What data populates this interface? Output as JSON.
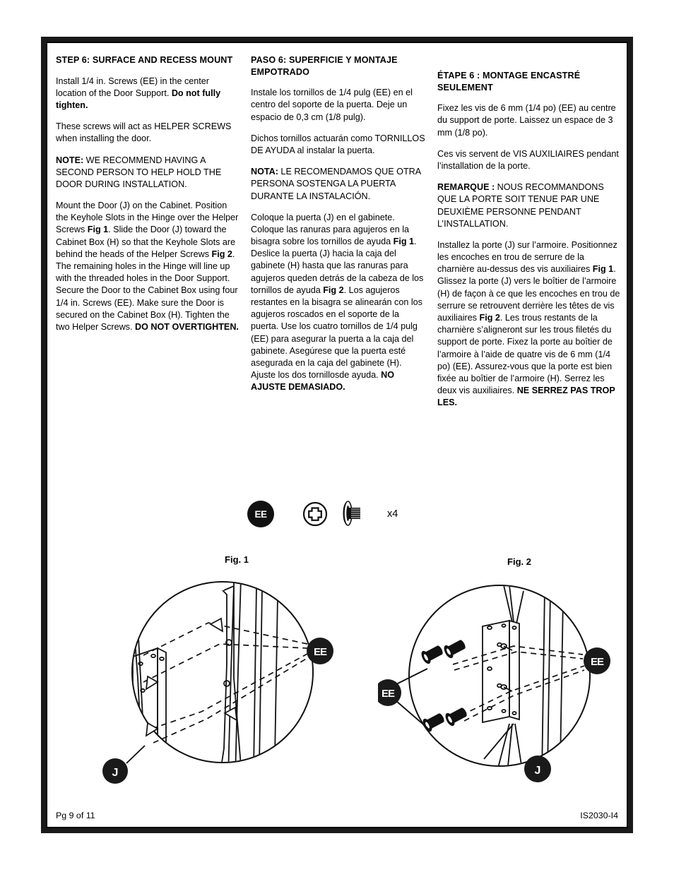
{
  "document": {
    "page_label": "Pg 9 of 11",
    "doc_code": "IS2030-I4"
  },
  "columns": {
    "english": {
      "heading": "STEP 6: SURFACE AND RECESS MOUNT",
      "p1_a": "Install 1/4 in. Screws (EE) in the center location of the Door Support. ",
      "p1_b": "Do not fully tighten.",
      "p2": "These screws will act as HELPER SCREWS when installing the door.",
      "p3_a": "NOTE:",
      "p3_b": " WE RECOMMEND HAVING A SECOND PERSON TO HELP HOLD THE DOOR DURING INSTALLATION.",
      "p4_a": "Mount the Door (J) on the Cabinet. Position the Keyhole Slots in the Hinge over the Helper Screws ",
      "p4_fig1": "Fig 1",
      "p4_b": ". Slide the Door (J) toward the Cabinet Box (H) so that the Keyhole Slots are behind the heads of the Helper Screws ",
      "p4_fig2": "Fig 2",
      "p4_c": ". The remaining holes in the Hinge will line up with the threaded holes in the Door Support. Secure the Door to the Cabinet Box using four 1/4 in. Screws (EE). Make sure the Door is secured on the Cabinet Box (H). Tighten the two Helper Screws. ",
      "p4_d": "DO NOT OVERTIGHTEN."
    },
    "spanish": {
      "heading": "PASO 6: SUPERFICIE Y MONTAJE EMPOTRADO",
      "p1": "Instale los tornillos de 1/4 pulg (EE) en el centro del soporte de la puerta. Deje un espacio de 0,3 cm (1/8 pulg).",
      "p2": "Dichos tornillos actuarán como TORNILLOS DE AYUDA al instalar la puerta.",
      "p3_a": "NOTA:",
      "p3_b": " LE RECOMENDAMOS QUE OTRA PERSONA SOSTENGA LA PUERTA DURANTE LA INSTALACIÓN.",
      "p4_a": "Coloque la puerta (J) en el gabinete. Coloque las ranuras para agujeros en la bisagra sobre los tornillos de ayuda ",
      "p4_fig1": "Fig 1",
      "p4_b": ". Deslice la puerta (J) hacia la caja del gabinete (H) hasta que las ranuras para agujeros queden detrás de la cabeza de los tornillos de ayuda ",
      "p4_fig2": "Fig 2",
      "p4_c": ". Los agujeros restantes en la bisagra se alinearán con los agujeros roscados en el soporte de la puerta. Use los cuatro tornillos de 1/4 pulg (EE) para asegurar la puerta a la caja del gabinete. Asegúrese que la puerta esté asegurada en la caja del gabinete (H). Ajuste los dos tornillosde ayuda. ",
      "p4_d": "NO AJUSTE DEMASIADO."
    },
    "french": {
      "heading": "ÉTAPE 6 : MONTAGE ENCASTRÉ SEULEMENT",
      "p1": "Fixez les vis de 6 mm (1/4 po) (EE) au centre du support de porte. Laissez un espace de 3 mm (1/8 po).",
      "p2": "Ces vis servent de VIS AUXILIAIRES pendant l’installation de la porte.",
      "p3_a": "REMARQUE :",
      "p3_b": " NOUS RECOMMANDONS QUE LA PORTE SOIT TENUE PAR UNE DEUXIÈME PERSONNE PENDANT L’INSTALLATION.",
      "p4_a": "Installez la porte (J) sur l’armoire. Positionnez les encoches en trou de serrure de la charnière au-dessus des vis auxiliaires ",
      "p4_fig1": "Fig 1",
      "p4_b": ". Glissez la porte (J) vers le boîtier de l’armoire (H) de façon à ce que les encoches en trou de serrure se retrouvent derrière les têtes de vis auxiliaires ",
      "p4_fig2": "Fig 2",
      "p4_c": ". Les trous restants de la charnière s’aligneront sur les trous filetés du support de porte. Fixez la porte au boîtier de l’armoire à l’aide de quatre vis de 6 mm (1/4 po) (EE). Assurez-vous que la porte est bien fixée au boîtier de l’armoire (H). Serrez les deux vis auxiliaires. ",
      "p4_d": "NE SERREZ PAS TROP LES."
    }
  },
  "hardware": {
    "part_code": "EE",
    "quantity": "x4",
    "icons": [
      "screw-head-top-icon",
      "screw-side-icon"
    ]
  },
  "figures": [
    {
      "caption": "Fig. 1",
      "callouts": [
        {
          "label": "EE",
          "position": "right"
        },
        {
          "label": "J",
          "position": "bottom-left"
        }
      ]
    },
    {
      "caption": "Fig. 2",
      "callouts": [
        {
          "label": "EE",
          "position": "right"
        },
        {
          "label": "EE",
          "position": "left"
        },
        {
          "label": "J",
          "position": "bottom-right"
        }
      ]
    }
  ]
}
